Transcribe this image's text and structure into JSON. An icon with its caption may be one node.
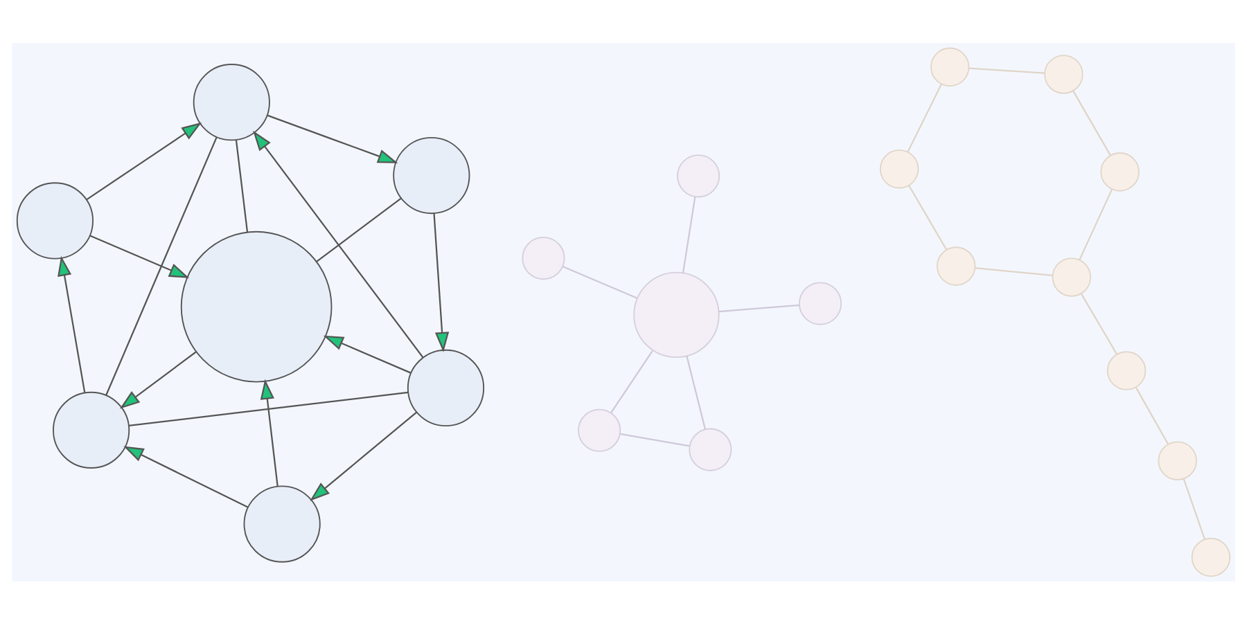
{
  "diagram": {
    "nodes": [
      {
        "text": [],
        "shape": "circle"
      },
      {
        "text": [],
        "shape": "circle"
      },
      {
        "text": [],
        "shape": "circle"
      },
      {
        "text": [],
        "shape": "circle"
      },
      {
        "text": [],
        "shape": "circle"
      },
      {
        "text": [],
        "shape": "circle"
      },
      {
        "text": [],
        "shape": "circle"
      },
      {
        "text": [],
        "shape": "circle"
      },
      {
        "text": [],
        "shape": "circle"
      },
      {
        "text": [],
        "shape": "circle"
      },
      {
        "text": [],
        "shape": "circle"
      },
      {
        "text": [],
        "shape": "circle"
      },
      {
        "text": [],
        "shape": "circle"
      },
      {
        "text": [],
        "shape": "circle"
      },
      {
        "text": [],
        "shape": "circle"
      },
      {
        "text": [],
        "shape": "circle"
      },
      {
        "text": [],
        "shape": "circle"
      },
      {
        "text": [],
        "shape": "circle"
      },
      {
        "text": [],
        "shape": "circle"
      },
      {
        "text": [],
        "shape": "circle"
      },
      {
        "text": [],
        "shape": "circle"
      },
      {
        "text": [],
        "shape": "circle"
      }
    ],
    "edges": [
      {
        "from": 0,
        "to": 1,
        "arrow": "to"
      },
      {
        "from": 2,
        "to": 0,
        "arrow": "to"
      },
      {
        "from": 0,
        "to": 3,
        "arrow": "none"
      },
      {
        "from": 4,
        "to": 0,
        "arrow": "to"
      },
      {
        "from": 0,
        "to": 5,
        "arrow": "none"
      },
      {
        "from": 1,
        "to": 4,
        "arrow": "to"
      },
      {
        "from": 1,
        "to": 3,
        "arrow": "none"
      },
      {
        "from": 2,
        "to": 3,
        "arrow": "to"
      },
      {
        "from": 5,
        "to": 2,
        "arrow": "to"
      },
      {
        "from": 4,
        "to": 3,
        "arrow": "to"
      },
      {
        "from": 3,
        "to": 5,
        "arrow": "to"
      },
      {
        "from": 6,
        "to": 3,
        "arrow": "to"
      },
      {
        "from": 4,
        "to": 5,
        "arrow": "none"
      },
      {
        "from": 4,
        "to": 6,
        "arrow": "to"
      },
      {
        "from": 6,
        "to": 5,
        "arrow": "to"
      },
      {
        "from": 8,
        "to": 7,
        "arrow": "none",
        "color": "#cfc8d8"
      },
      {
        "from": 8,
        "to": 9,
        "arrow": "none",
        "color": "#cfc8d8"
      },
      {
        "from": 7,
        "to": 9,
        "arrow": "none",
        "color": "#cfc8d8"
      },
      {
        "from": 8,
        "to": 10,
        "arrow": "none",
        "color": "#cfc8d8"
      },
      {
        "from": 8,
        "to": 11,
        "arrow": "none",
        "color": "#cfc8d8"
      },
      {
        "from": 8,
        "to": 12,
        "arrow": "none",
        "color": "#cfc8d8"
      },
      {
        "from": 13,
        "to": 14,
        "arrow": "none",
        "color": "#e0d4c8"
      },
      {
        "from": 14,
        "to": 15,
        "arrow": "none",
        "color": "#e0d4c8"
      },
      {
        "from": 16,
        "to": 17,
        "arrow": "none",
        "color": "#e0d4c8"
      },
      {
        "from": 17,
        "to": 18,
        "arrow": "none",
        "color": "#e0d4c8"
      },
      {
        "from": 19,
        "to": 20,
        "arrow": "none",
        "color": "#e0d4c8"
      },
      {
        "from": 20,
        "to": 21,
        "arrow": "none",
        "color": "#e0d4c8"
      },
      {
        "from": 13,
        "to": 16,
        "arrow": "none",
        "color": "#e0d4c8"
      },
      {
        "from": 15,
        "to": 18,
        "arrow": "none",
        "color": "#e0d4c8"
      },
      {
        "from": 18,
        "to": 21,
        "arrow": "none",
        "color": "#e0d4c8"
      }
    ]
  }
}
